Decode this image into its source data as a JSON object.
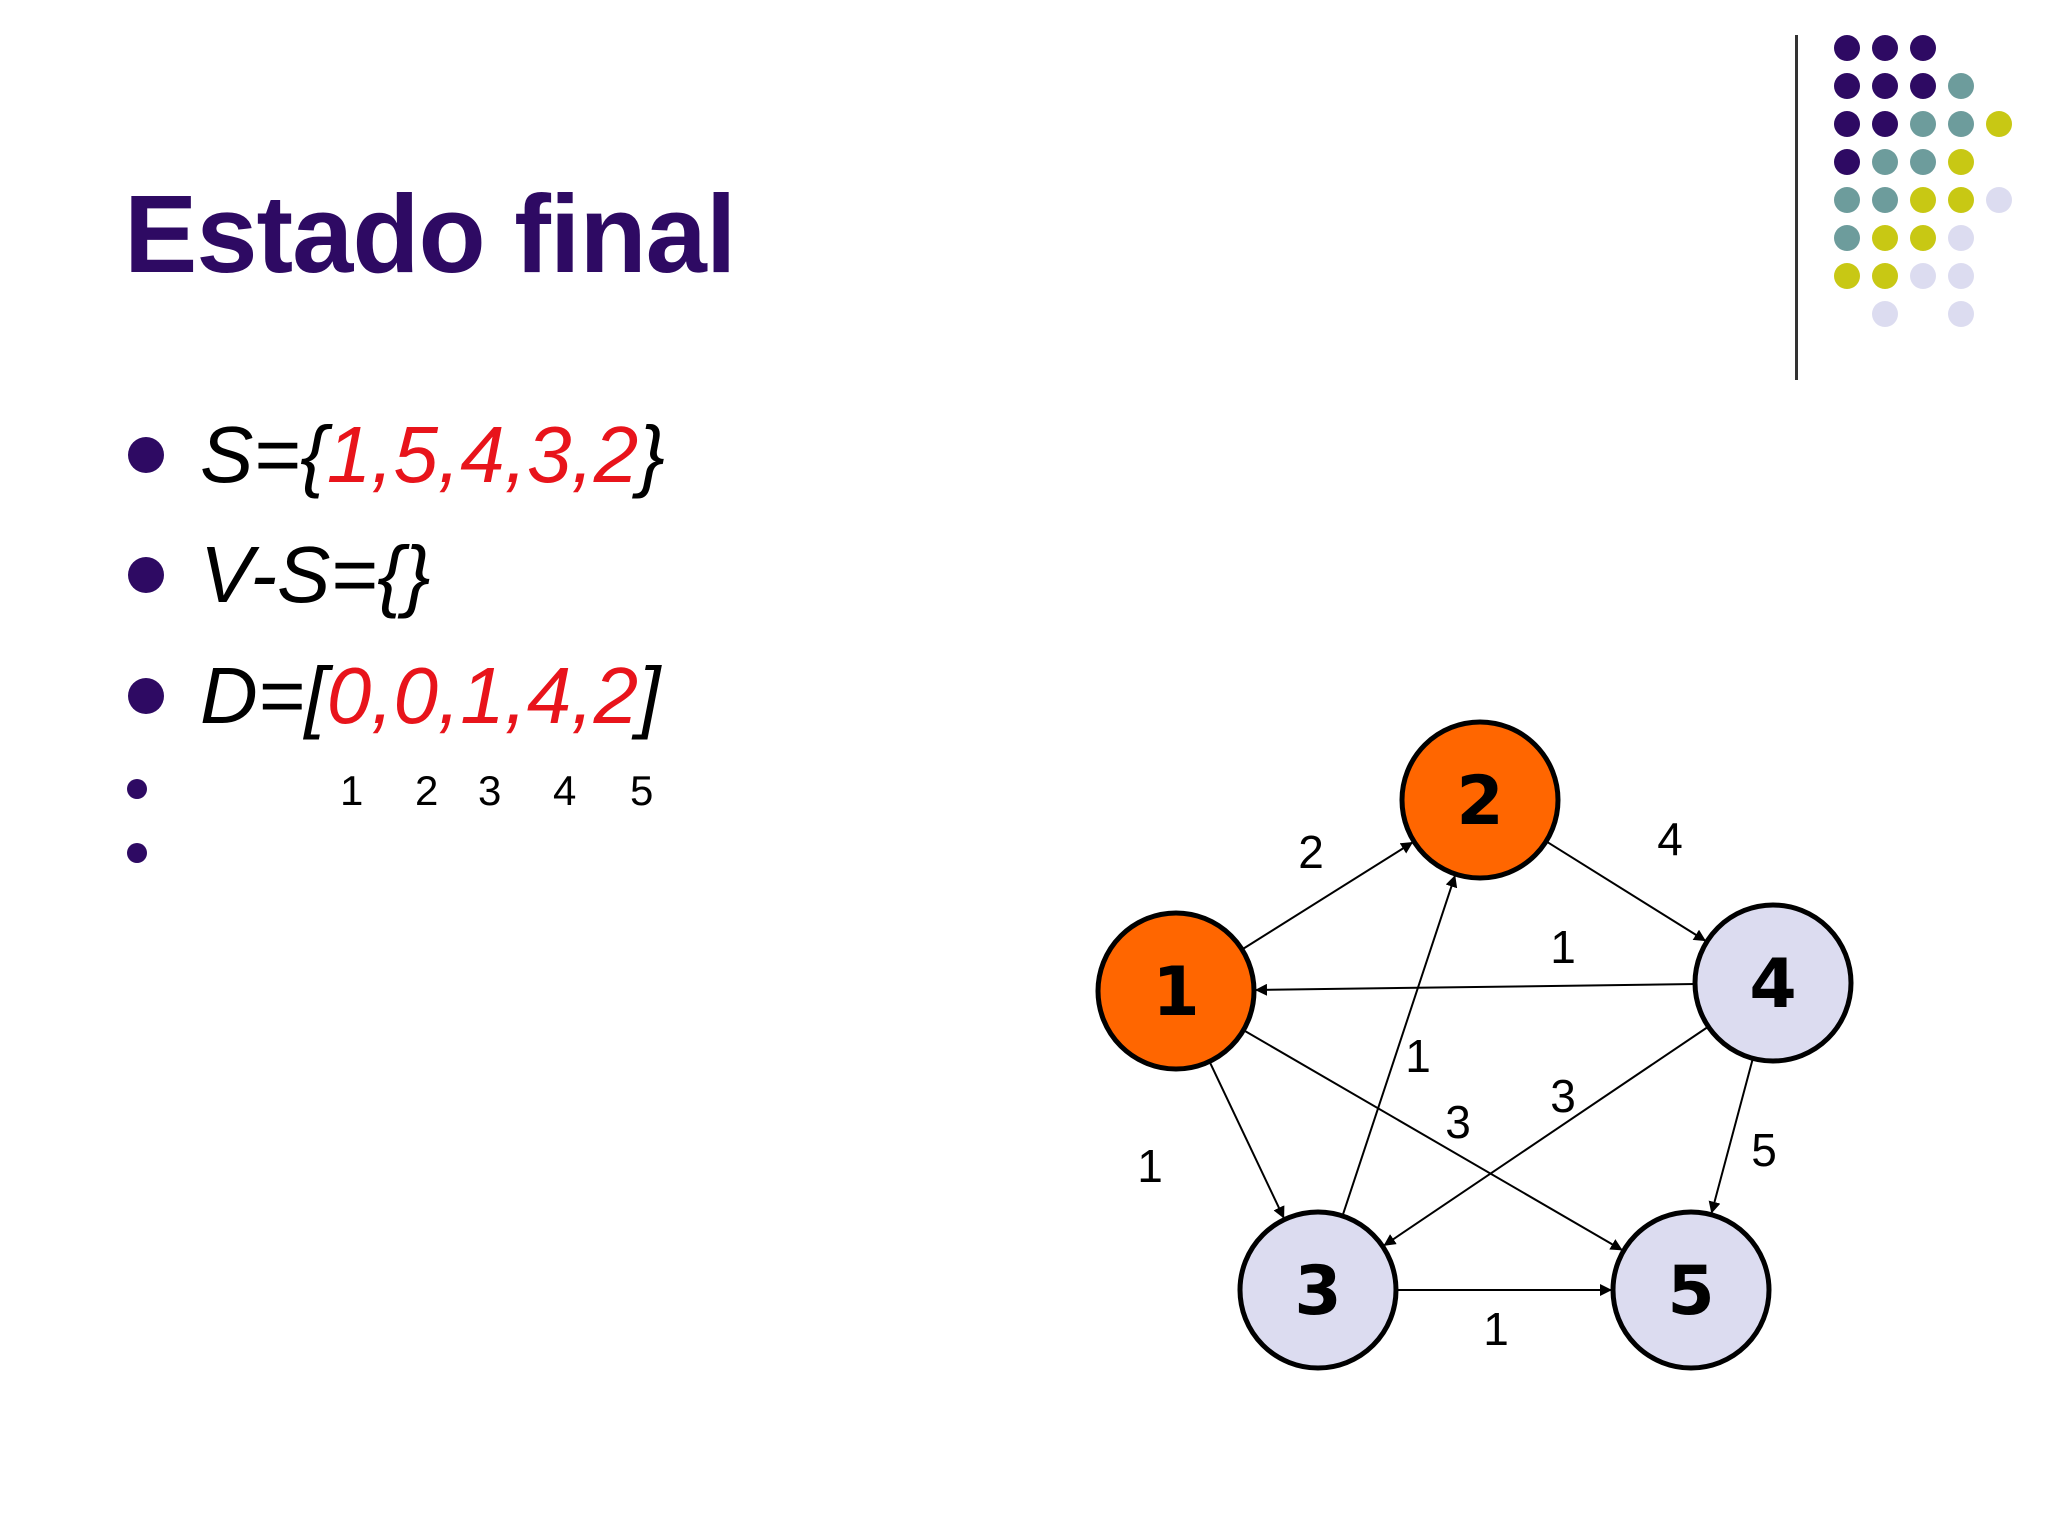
{
  "slide": {
    "title": "Estado final",
    "bullets": [
      {
        "name": "S",
        "prefix": "S={",
        "values": [
          "1",
          ",",
          "5",
          ",",
          "4",
          ",",
          "3",
          ",",
          "2"
        ],
        "suffix": "}"
      },
      {
        "name": "V-S",
        "prefix": "V-S={",
        "values": [],
        "suffix": "}"
      },
      {
        "name": "D",
        "prefix": "D=[",
        "values": [
          "0",
          ",",
          "0",
          ",",
          "1",
          ",",
          "4",
          ",",
          "2"
        ],
        "suffix": "]"
      }
    ],
    "index_labels": [
      "1",
      "2",
      "3",
      "4",
      "5"
    ]
  },
  "colors": {
    "title": "#2e0a63",
    "highlight": "#e8141b",
    "visited_node": "#ff6600",
    "unvisited_node": "#dcdcf0",
    "dark_purple": "#2e0a63",
    "teal": "#6d9c9c",
    "yellow_green": "#c8c814",
    "lavender": "#dcdcf0"
  },
  "graph": {
    "nodes": [
      {
        "id": "1",
        "label": "1",
        "state": "visited"
      },
      {
        "id": "2",
        "label": "2",
        "state": "visited"
      },
      {
        "id": "3",
        "label": "3",
        "state": "unvisited"
      },
      {
        "id": "4",
        "label": "4",
        "state": "unvisited"
      },
      {
        "id": "5",
        "label": "5",
        "state": "unvisited"
      }
    ],
    "edges": [
      {
        "from": "1",
        "to": "2",
        "weight": "2"
      },
      {
        "from": "2",
        "to": "4",
        "weight": "4"
      },
      {
        "from": "4",
        "to": "1",
        "weight": "1"
      },
      {
        "from": "3",
        "to": "2",
        "weight": "1"
      },
      {
        "from": "1",
        "to": "5",
        "weight": "3"
      },
      {
        "from": "4",
        "to": "3",
        "weight": "3"
      },
      {
        "from": "1",
        "to": "3",
        "weight": "1"
      },
      {
        "from": "4",
        "to": "5",
        "weight": "5"
      },
      {
        "from": "3",
        "to": "5",
        "weight": "1"
      }
    ]
  }
}
